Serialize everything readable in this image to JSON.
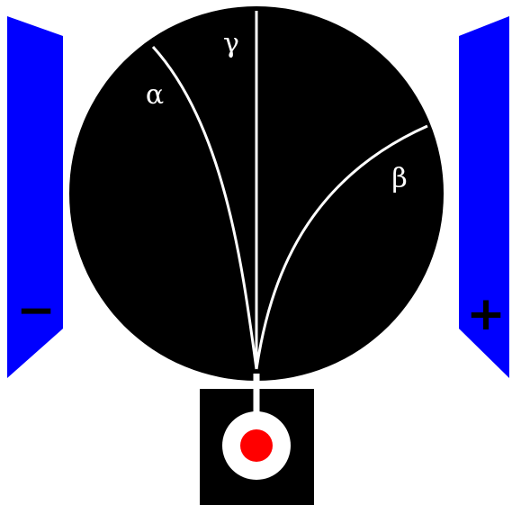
{
  "labels": {
    "alpha": "α",
    "gamma": "γ",
    "beta": "β"
  },
  "plates": {
    "left_sign": "−",
    "right_sign": "+"
  },
  "colors": {
    "background": "#ffffff",
    "chamber": "#000000",
    "plate": "#0000ff",
    "track": "#ffffff",
    "source_block": "#000000",
    "source_ring": "#ffffff",
    "source": "#ff0000"
  }
}
